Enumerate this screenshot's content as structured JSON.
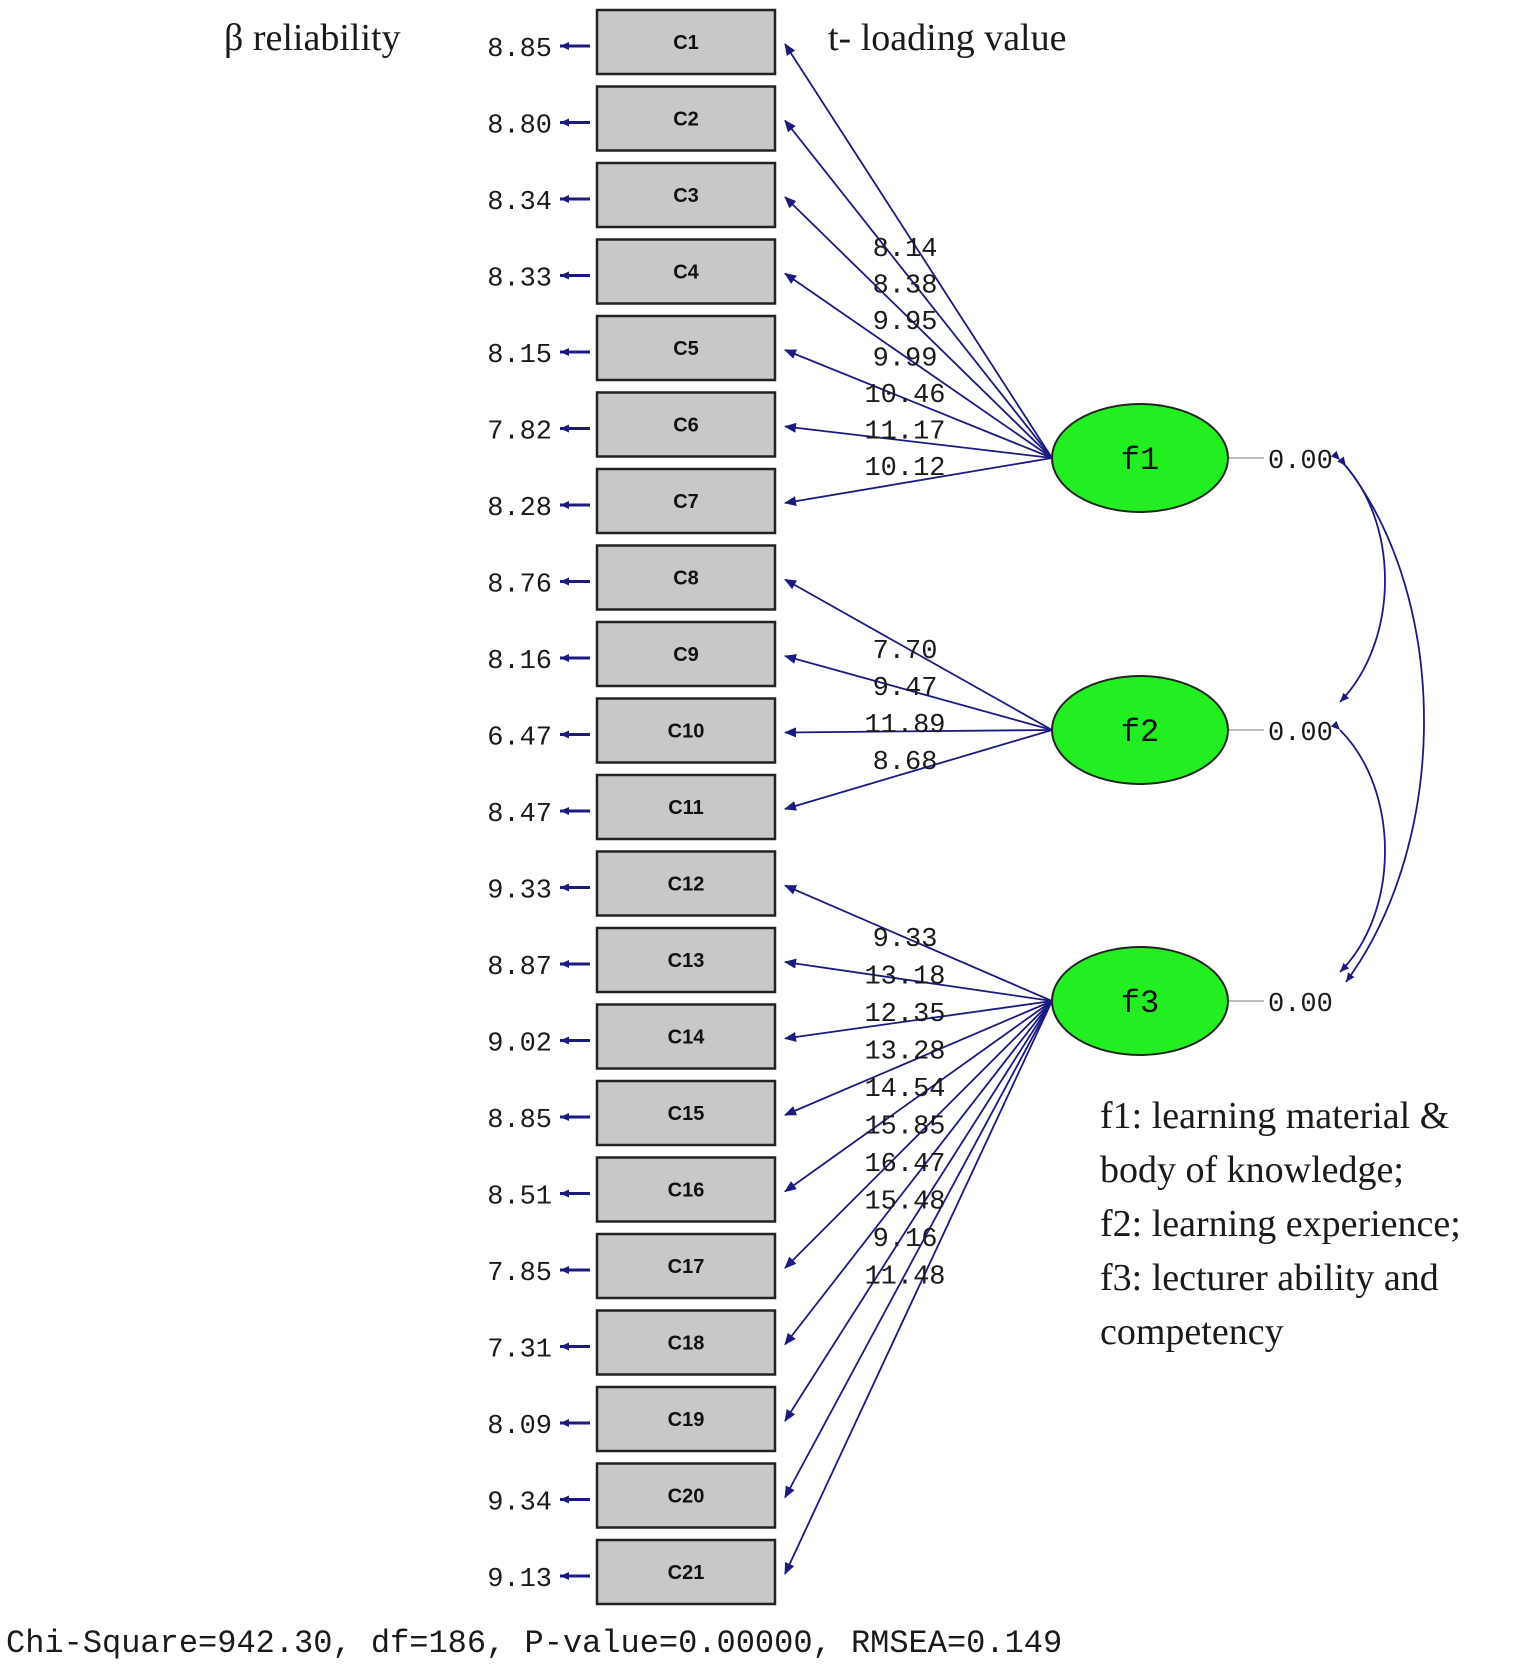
{
  "header": {
    "left_label": "β reliability",
    "right_label": "t- loading value"
  },
  "indicators": [
    {
      "label": "C1",
      "reliability": "8.85",
      "factor": "f1",
      "t_value": "8.14"
    },
    {
      "label": "C2",
      "reliability": "8.80",
      "factor": "f1",
      "t_value": "8.38"
    },
    {
      "label": "C3",
      "reliability": "8.34",
      "factor": "f1",
      "t_value": "9.95"
    },
    {
      "label": "C4",
      "reliability": "8.33",
      "factor": "f1",
      "t_value": "9.99"
    },
    {
      "label": "C5",
      "reliability": "8.15",
      "factor": "f1",
      "t_value": "10.46"
    },
    {
      "label": "C6",
      "reliability": "7.82",
      "factor": "f1",
      "t_value": "11.17"
    },
    {
      "label": "C7",
      "reliability": "8.28",
      "factor": "f1",
      "t_value": "10.12"
    },
    {
      "label": "C8",
      "reliability": "8.76",
      "factor": "f2",
      "t_value": "7.70"
    },
    {
      "label": "C9",
      "reliability": "8.16",
      "factor": "f2",
      "t_value": "9.47"
    },
    {
      "label": "C10",
      "reliability": "6.47",
      "factor": "f2",
      "t_value": "11.89"
    },
    {
      "label": "C11",
      "reliability": "8.47",
      "factor": "f2",
      "t_value": "8.68"
    },
    {
      "label": "C12",
      "reliability": "9.33",
      "factor": "f3",
      "t_value": "9.33"
    },
    {
      "label": "C13",
      "reliability": "8.87",
      "factor": "f3",
      "t_value": "13.18"
    },
    {
      "label": "C14",
      "reliability": "9.02",
      "factor": "f3",
      "t_value": "12.35"
    },
    {
      "label": "C15",
      "reliability": "8.85",
      "factor": "f3",
      "t_value": "13.28"
    },
    {
      "label": "C16",
      "reliability": "8.51",
      "factor": "f3",
      "t_value": "14.54"
    },
    {
      "label": "C17",
      "reliability": "7.85",
      "factor": "f3",
      "t_value": "15.85"
    },
    {
      "label": "C18",
      "reliability": "7.31",
      "factor": "f3",
      "t_value": "16.47"
    },
    {
      "label": "C19",
      "reliability": "8.09",
      "factor": "f3",
      "t_value": "15.48"
    },
    {
      "label": "C20",
      "reliability": "9.34",
      "factor": "f3",
      "t_value": "9.16"
    },
    {
      "label": "C21",
      "reliability": "9.13",
      "factor": "f3",
      "t_value": "11.48"
    }
  ],
  "factors": [
    {
      "id": "f1",
      "label": "f1",
      "variance": "0.00"
    },
    {
      "id": "f2",
      "label": "f2",
      "variance": "0.00"
    },
    {
      "id": "f3",
      "label": "f3",
      "variance": "0.00"
    }
  ],
  "legend": {
    "lines": [
      "f1: learning material &",
      "body of knowledge;",
      "f2: learning experience;",
      "f3: lecturer ability and",
      "competency"
    ]
  },
  "fit_statistics": "Chi-Square=942.30, df=186, P-value=0.00000, RMSEA=0.149",
  "colors": {
    "factor_fill": "#22ee22",
    "box_fill": "#c8c8c8",
    "path": "#1a1a80",
    "text": "#1a1a1a"
  }
}
